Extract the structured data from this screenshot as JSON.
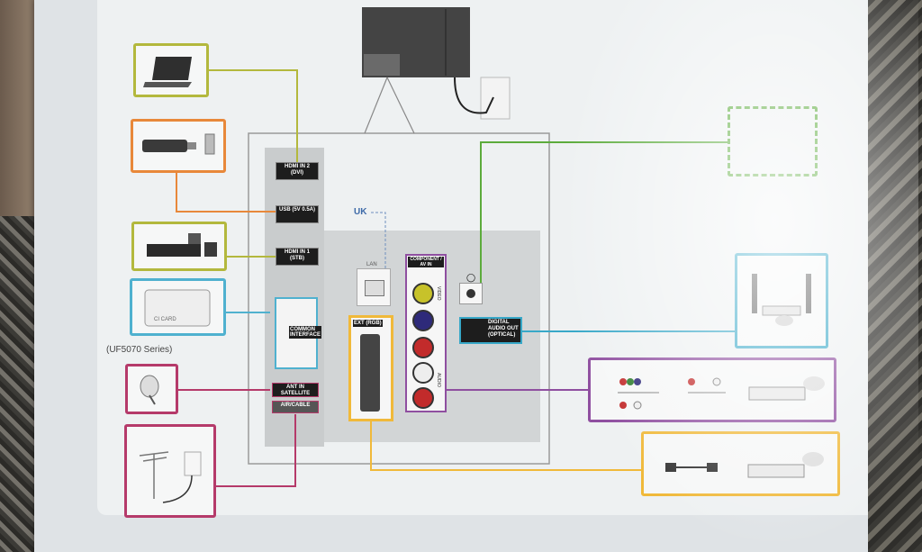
{
  "labels": {
    "hdmi_in_2": "HDMI IN 2 (DVI)",
    "usb": "USB (5V 0.5A)",
    "hdmi_in_1": "HDMI IN 1 (STB)",
    "common_interface": "COMMON INTERFACE",
    "ant_in_satellite": "ANT IN SATELLITE",
    "ant_in_air_cable": "AIR/CABLE",
    "uk_note": "UK",
    "lan": "LAN",
    "ext_rgb": "EXT (RGB)",
    "component_av_in": "COMPONENT / AV IN",
    "video": "VIDEO",
    "audio": "AUDIO",
    "headphone_icon": "headphone-icon",
    "digital_audio_out": "DIGITAL AUDIO OUT (OPTICAL)",
    "series_note": "(UF5070 Series)",
    "ci_card": "CI CARD"
  },
  "colors": {
    "laptop": "#b3b83d",
    "usb_stick": "#e8883a",
    "set_top_box": "#b3b83d",
    "ci_card": "#4fb1cf",
    "satellite": "#b53a6a",
    "antenna": "#b53a6a",
    "headphones": "#5cab3c",
    "home_theater": "#38a8c8",
    "component_devices": "#8f4fa0",
    "scart_devices": "#f0b93a",
    "tv_outline": "#8c8c8c"
  },
  "devices": [
    {
      "id": "laptop",
      "icon": "laptop-icon"
    },
    {
      "id": "usb-stick",
      "icon": "usb-stick-icon"
    },
    {
      "id": "set-top-box",
      "icon": "set-top-box-icon"
    },
    {
      "id": "ci-card",
      "icon": "ci-card-icon"
    },
    {
      "id": "satellite-dish",
      "icon": "satellite-dish-icon"
    },
    {
      "id": "antenna",
      "icon": "antenna-icon"
    },
    {
      "id": "headphones",
      "icon": "headphones-icon"
    },
    {
      "id": "home-theater",
      "icon": "home-theater-icon"
    },
    {
      "id": "component-cables-and-player",
      "icon": "component-cable-icon"
    },
    {
      "id": "scart-cable-and-player",
      "icon": "scart-cable-icon"
    }
  ]
}
